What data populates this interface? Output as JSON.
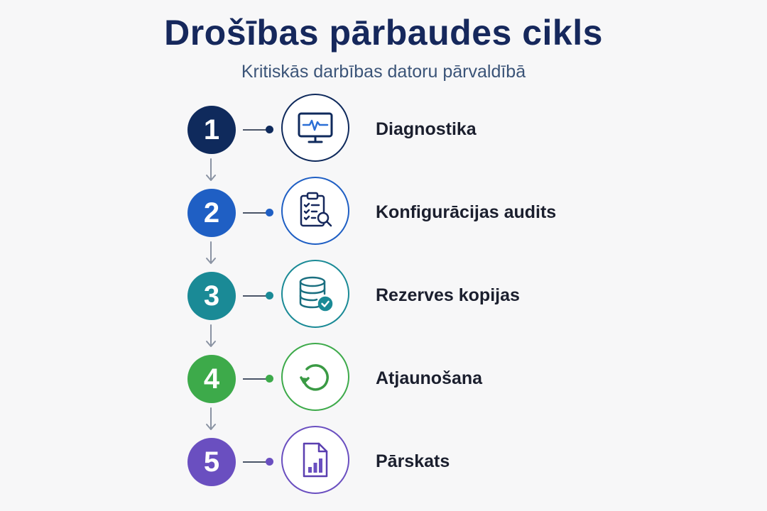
{
  "title": "Drošības pārbaudes cikls",
  "subtitle": "Kritiskās darbības datoru pārvaldībā",
  "steps": [
    {
      "number": "1",
      "label": "Diagnostika",
      "icon": "monitor-pulse-icon",
      "color": "#0f2a5c"
    },
    {
      "number": "2",
      "label": "Konfigurācijas audits",
      "icon": "clipboard-search-icon",
      "color": "#1f5fc4"
    },
    {
      "number": "3",
      "label": "Rezerves kopijas",
      "icon": "database-check-icon",
      "color": "#1a8a96"
    },
    {
      "number": "4",
      "label": "Atjaunošana",
      "icon": "restore-cycle-icon",
      "color": "#3daa4a"
    },
    {
      "number": "5",
      "label": "Pārskats",
      "icon": "report-chart-icon",
      "color": "#6a4fc0"
    }
  ]
}
